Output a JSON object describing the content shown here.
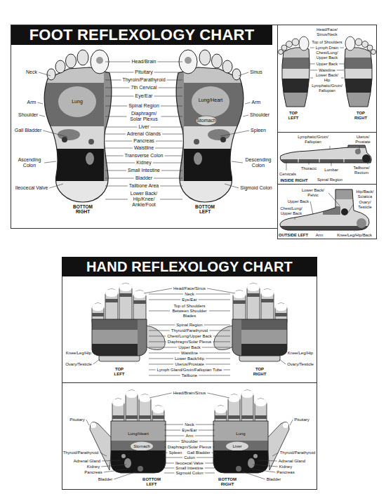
{
  "diagram": {
    "nodes": [
      {
        "text": [
          "FOOT REFLEXOLOGY CHART"
        ]
      },
      {
        "text": [
          "HAND REFLEXOLOGY CHART"
        ]
      }
    ],
    "labels": [
      "Head/Brain",
      "Pituitary",
      "Thyroin/Parathyroid",
      "7th Cervical",
      "Eye/Ear",
      "Spinal Region",
      "Diaphragm/ Solar Plexus",
      "Liver",
      "Adrenal Glands",
      "Pancreas",
      "Waistline",
      "Transverse Colon",
      "Kidney",
      "Small Intestine",
      "Bladder",
      "Tailbone Area",
      "Lower Back/ Hip/Knee/ Ankle/Foot",
      "Neck",
      "Arm",
      "Shoulder",
      "Gall Bladder",
      "Ascending Colon",
      "Ileocecal Valve",
      "Lung",
      "BOTTOM RIGHT",
      "Sinus",
      "Arm",
      "Shoulder",
      "Spleen",
      "Descending Colon",
      "Sigmoid Colon",
      "Lung/Heart",
      "Stomach",
      "BOTTOM LEFT",
      "Head/Face/ Sinus/Neck",
      "Top of Shoulders",
      "Lymph Drain",
      "Chest/Lung/ Upper Back",
      "Upper Back",
      "Waistline",
      "Lower Back/ Hip",
      "Lymphatic/Groin/ Fallopian",
      "TOP LEFT",
      "TOP RIGHT",
      "Lymphatic/Groin/ Fallopian",
      "Uterus/ Prostate",
      "Thoracic",
      "Lumbar",
      "Cervicals",
      "Tailbone/ Rectum",
      "INSIDE RIGHT",
      "Spinal Region",
      "Lower Back/ Pelvic",
      "Hip/Back/ Sciatica",
      "Upper Back",
      "Ovary/ Testicle",
      "Chest/Lung/ Upper Back",
      "OUTSIDE LEFT",
      "Arm",
      "Knee/Leg/Hip/Back",
      "Head/Face/Sinus",
      "Neck",
      "Eye/Ear",
      "Top of Shoulders Between Shoulder Blades",
      "Spinal Region",
      "Thyroid/Parathyroid",
      "Chest/Lung/Upper Back",
      "Diaphragm/Solar Plexus",
      "Upper Back",
      "Waistline",
      "Lower Back/Hip",
      "Uterus/Prostate",
      "Lymph Gland/Groin/Fallopian Tube",
      "Tailbone",
      "Knee/Leg/Hip",
      "Ovary/Testicle",
      "TOP LEFT",
      "Knee/Leg/Hip",
      "Ovary/Testicle",
      "TOP RIGHT",
      "Head/Brain/Sinus",
      "Neck",
      "Eye/Ear",
      "Arm",
      "Shoulder",
      "Diaphragm/Solar Plexus",
      "Spleen",
      "Gall Bladder",
      "Colon",
      "Ileocecal Valve",
      "Small Intestine",
      "Sigmoid Colon",
      "Pituitary",
      "Thyroid/Parathyroid",
      "Adrenal Gland",
      "Kidney",
      "Pancreas",
      "Bladder",
      "BOTTOM LEFT",
      "Lung/Heart",
      "Stomach",
      "Pituitary",
      "Thyroid/Parathyroid",
      "Adrenal Gland",
      "Kidney",
      "Pancreas",
      "Bladder",
      "BOTTOM RIGHT",
      "Lung",
      "Liver"
    ]
  }
}
